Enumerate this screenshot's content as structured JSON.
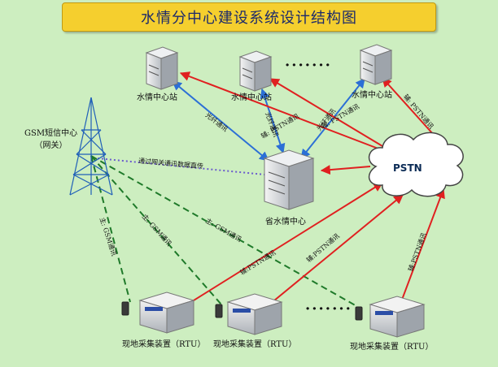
{
  "title": "水情分中心建设系统设计结构图",
  "nodes": {
    "station_1": "水情中心站",
    "station_2": "水情中心站",
    "station_3": "水情中心站",
    "station_dots": "·······",
    "gsm_center": "GSM短信中心\n（网关）",
    "provincial_center": "省水情中心",
    "pstn": "PSTN",
    "rtu_1": "现地采集装置（RTU）",
    "rtu_2": "现地采集装置（RTU）",
    "rtu_3": "现地采集装置（RTU）",
    "rtu_dots": "·······"
  },
  "links": {
    "fiber_1": "光纤通讯",
    "fiber_2": "光纤通讯",
    "fiber_3": "光纤通讯",
    "pstn_aux_1": "辅: PSTN通讯",
    "pstn_aux_2": "辅: PSTN通讯",
    "pstn_aux_3": "辅: PSTN通讯",
    "gateway_direct": "通过网关通讯数据直传",
    "gsm_main_1": "主: GSM通讯",
    "gsm_main_2": "主: GSM通讯",
    "gsm_main_3": "主: GSM通讯",
    "rtu_pstn_1": "辅:PSTN通讯",
    "rtu_pstn_2": "辅:PSTN通讯",
    "rtu_pstn_3": "辅:PSTN通讯"
  },
  "colors": {
    "background": "#cdeec0",
    "title_fill": "#f5cf2e",
    "fiber_line": "#2b6fd6",
    "pstn_line": "#e02020",
    "gsm_line": "#1f7a2a",
    "gateway_line": "#6a5acd"
  }
}
